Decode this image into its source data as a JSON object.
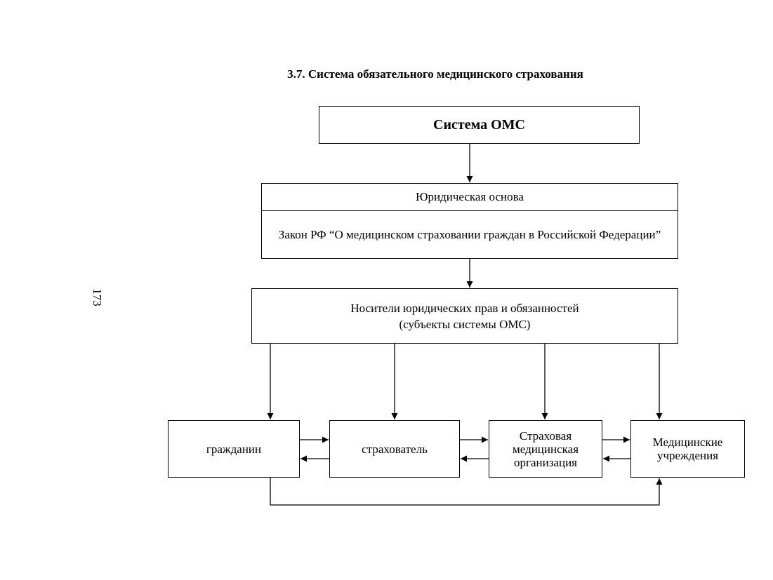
{
  "heading": "3.7. Система обязательного медицинского страхования",
  "page_number": "173",
  "diagram": {
    "root": "Система ОМС",
    "legal_basis": {
      "title": "Юридическая основа",
      "law": "Закон РФ “О медицинском страховании граждан в Российской Федерации”"
    },
    "subjects": {
      "line1": "Носители юридических прав и обязанностей",
      "line2": "(субъекты системы ОМС)"
    },
    "participants": [
      {
        "label": "гражданин"
      },
      {
        "label": "страхователь"
      },
      {
        "label": "Страховая медицинская организация"
      },
      {
        "label": "Медицинские учреждения"
      }
    ]
  }
}
